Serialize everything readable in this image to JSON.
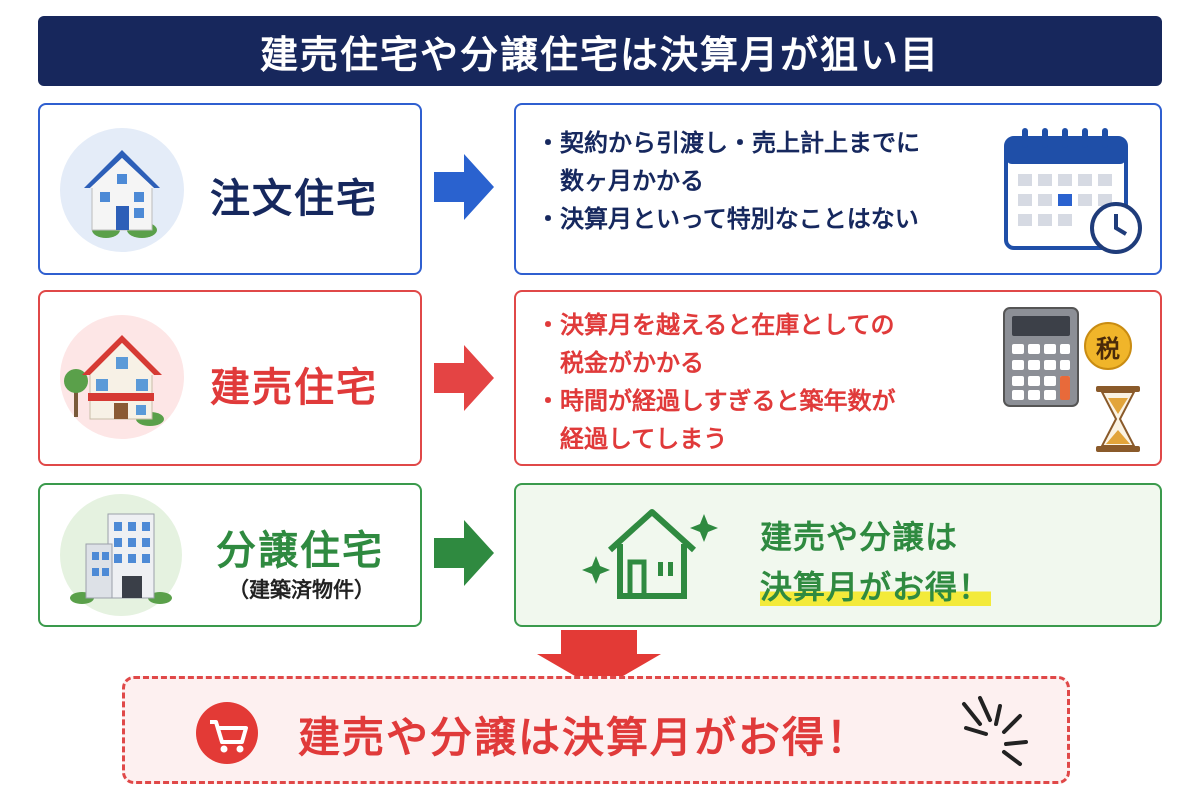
{
  "title": "建売住宅や分譲住宅は決算月が狙い目",
  "rows": [
    {
      "type": "注文住宅",
      "bullets": [
        "・契約から引渡し・売上計上までに",
        "　数ヶ月かかる",
        "・決算月といって特別なことはない"
      ],
      "color": "#2f5fd0",
      "icon": "house-icon",
      "side_icon": "calendar-clock-icon"
    },
    {
      "type": "建売住宅",
      "bullets": [
        "・決算月を越えると在庫としての",
        "　税金がかかる",
        "・時間が経過しすぎると築年数が",
        "　経過してしまう"
      ],
      "color": "#e04848",
      "icon": "house-icon",
      "side_icon": "calculator-icon",
      "tax_badge": "税"
    },
    {
      "type": "分譲住宅",
      "subtype": "（建築済物件）",
      "message_line1": "建売や分譲は",
      "message_line2": "決算月がお得！",
      "color": "#3a9a4c",
      "icon": "building-icon",
      "side_icon": "sparkle-house-icon"
    }
  ],
  "conclusion": "建売や分譲は決算月がお得！",
  "conclusion_icon": "cart-icon",
  "colors": {
    "navy": "#17275c",
    "blue": "#2f5fd0",
    "red": "#e04848",
    "green": "#3a9a4c",
    "highlight": "#f3ea3a"
  }
}
